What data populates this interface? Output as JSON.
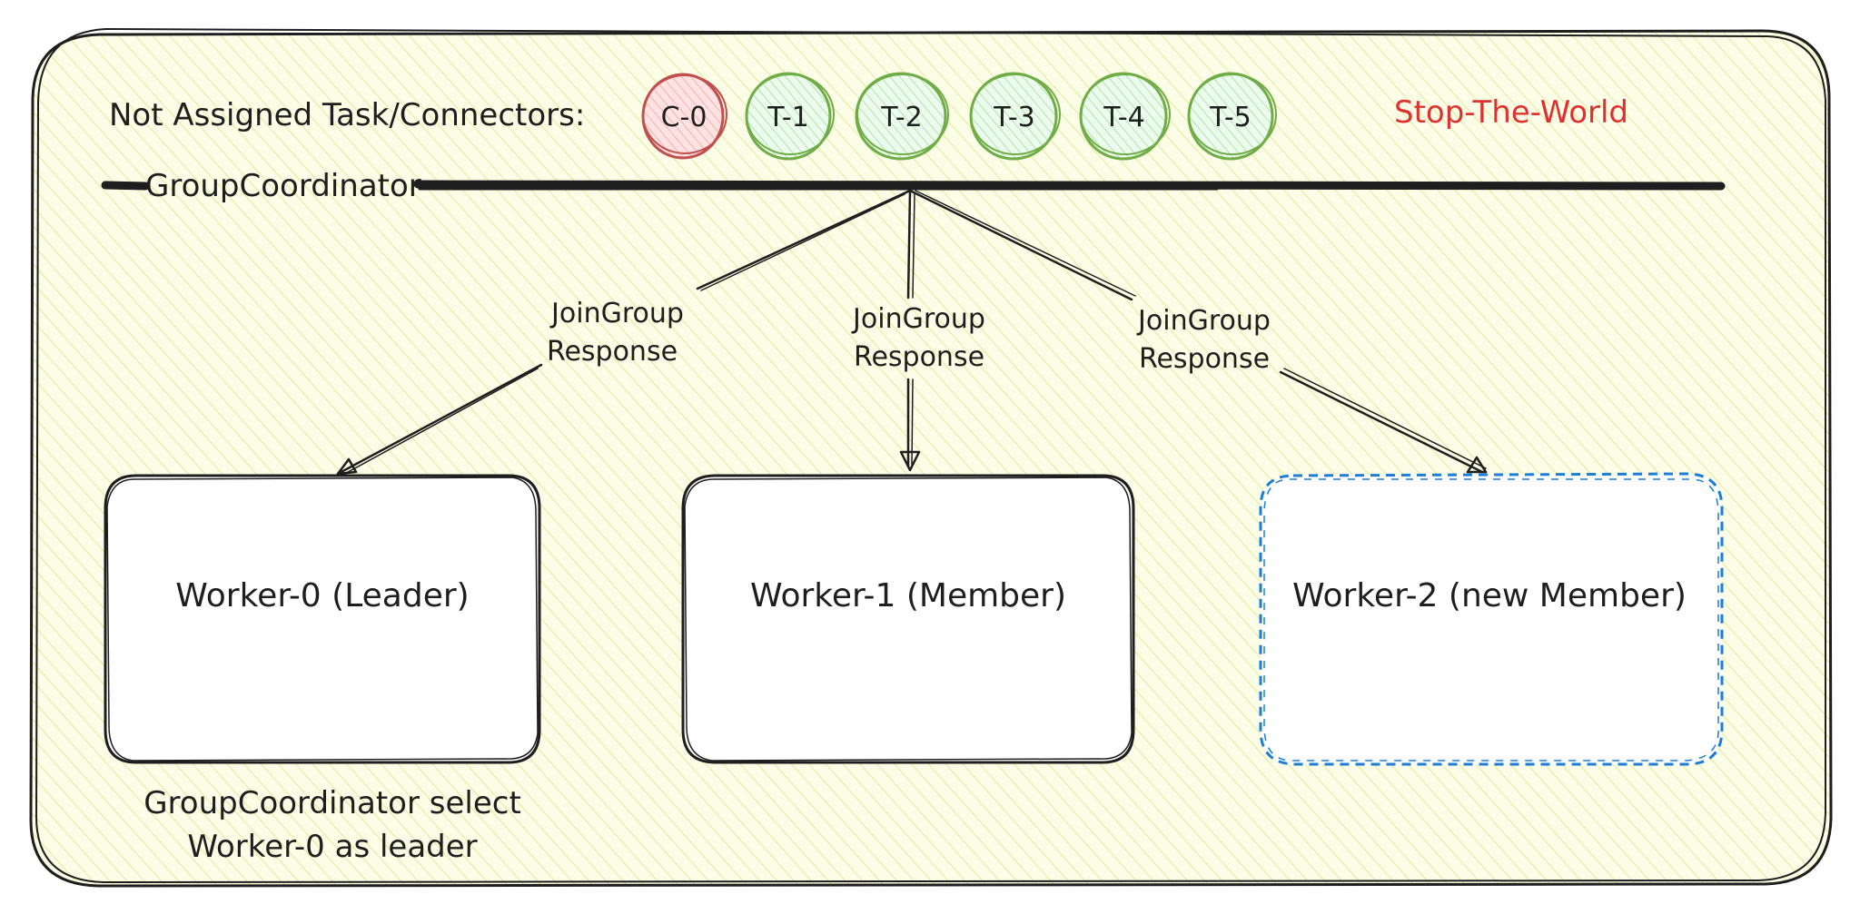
{
  "header": {
    "unassigned_label": "Not Assigned Task/Connectors:",
    "stop_label": "Stop-The-World"
  },
  "chips": [
    {
      "label": "C-0",
      "state": "connector",
      "stroke": "#c0504d",
      "fill": "#ffc9c9"
    },
    {
      "label": "T-1",
      "state": "task",
      "stroke": "#70ad47",
      "fill": "#b2f2bb"
    },
    {
      "label": "T-2",
      "state": "task",
      "stroke": "#70ad47",
      "fill": "#b2f2bb"
    },
    {
      "label": "T-3",
      "state": "task",
      "stroke": "#70ad47",
      "fill": "#b2f2bb"
    },
    {
      "label": "T-4",
      "state": "task",
      "stroke": "#70ad47",
      "fill": "#b2f2bb"
    },
    {
      "label": "T-5",
      "state": "task",
      "stroke": "#70ad47",
      "fill": "#b2f2bb"
    }
  ],
  "coordinator": {
    "label": "GroupCoordinator"
  },
  "edges": [
    {
      "line1": "JoinGroup",
      "line2": "Response",
      "target": "worker-0"
    },
    {
      "line1": "JoinGroup",
      "line2": "Response",
      "target": "worker-1"
    },
    {
      "line1": "JoinGroup",
      "line2": "Response",
      "target": "worker-2"
    }
  ],
  "workers": [
    {
      "id": "worker-0",
      "label": "Worker-0 (Leader)",
      "style": "solid"
    },
    {
      "id": "worker-1",
      "label": "Worker-1 (Member)",
      "style": "solid"
    },
    {
      "id": "worker-2",
      "label": "Worker-2 (new Member)",
      "style": "dashed"
    }
  ],
  "note": {
    "line1": "GroupCoordinator select",
    "line2": "Worker-0 as leader"
  },
  "colors": {
    "frame_fill": "#fbfde6",
    "hatch": "#e2eb9a",
    "stroke": "#1e1e1e",
    "stop_red": "#e03131",
    "new_member_blue": "#1c7ed6"
  }
}
